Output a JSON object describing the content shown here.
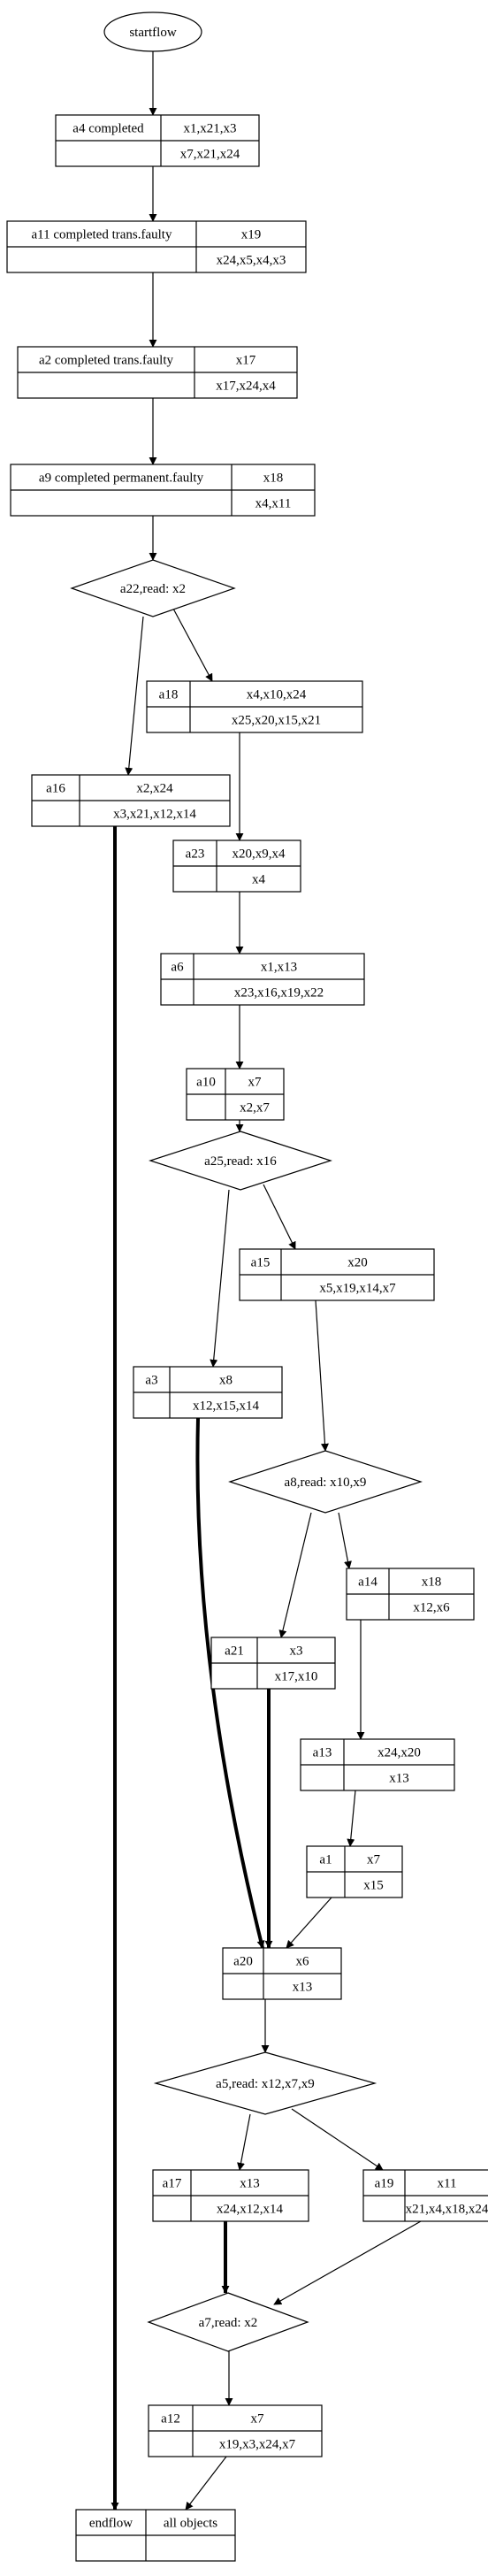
{
  "diagram": {
    "start": "startflow",
    "nodes": [
      {
        "id": "a4",
        "label": "a4 completed",
        "writes": "x1,x21,x3",
        "reads": "x7,x21,x24"
      },
      {
        "id": "a11",
        "label": "a11  completed trans.faulty",
        "writes": "x19",
        "reads": "x24,x5,x4,x3"
      },
      {
        "id": "a2",
        "label": "a2 completed trans.faulty",
        "writes": "x17",
        "reads": "x17,x24,x4"
      },
      {
        "id": "a9",
        "label": "a9 completed permanent.faulty",
        "writes": "x18",
        "reads": "x4,x11"
      },
      {
        "id": "a18",
        "label": "a18",
        "writes": "x4,x10,x24",
        "reads": "x25,x20,x15,x21"
      },
      {
        "id": "a16",
        "label": "a16",
        "writes": "x2,x24",
        "reads": "x3,x21,x12,x14"
      },
      {
        "id": "a23",
        "label": "a23",
        "writes": "x20,x9,x4",
        "reads": "x4"
      },
      {
        "id": "a6",
        "label": "a6",
        "writes": "x1,x13",
        "reads": "x23,x16,x19,x22"
      },
      {
        "id": "a10",
        "label": "a10",
        "writes": "x7",
        "reads": "x2,x7"
      },
      {
        "id": "a15",
        "label": "a15",
        "writes": "x20",
        "reads": "x5,x19,x14,x7"
      },
      {
        "id": "a3",
        "label": "a3",
        "writes": "x8",
        "reads": "x12,x15,x14"
      },
      {
        "id": "a14",
        "label": "a14",
        "writes": "x18",
        "reads": "x12,x6"
      },
      {
        "id": "a21",
        "label": "a21",
        "writes": "x3",
        "reads": "x17,x10"
      },
      {
        "id": "a13",
        "label": "a13",
        "writes": "x24,x20",
        "reads": "x13"
      },
      {
        "id": "a1",
        "label": "a1",
        "writes": "x7",
        "reads": "x15"
      },
      {
        "id": "a20",
        "label": "a20",
        "writes": "x6",
        "reads": "x13"
      },
      {
        "id": "a17",
        "label": "a17",
        "writes": "x13",
        "reads": "x24,x12,x14"
      },
      {
        "id": "a19",
        "label": "a19",
        "writes": "x11",
        "reads": "x21,x4,x18,x24"
      },
      {
        "id": "a12",
        "label": "a12",
        "writes": "x7",
        "reads": "x19,x3,x24,x7"
      }
    ],
    "decisions": [
      {
        "id": "a22",
        "label": "a22,read: x2"
      },
      {
        "id": "a25",
        "label": "a25,read: x16"
      },
      {
        "id": "a8",
        "label": "a8,read: x10,x9"
      },
      {
        "id": "a5",
        "label": "a5,read: x12,x7,x9"
      },
      {
        "id": "a7",
        "label": "a7,read: x2"
      }
    ],
    "end": {
      "label": "endflow",
      "objects": "all objects"
    },
    "edges": [
      {
        "from": "start",
        "to": "a4"
      },
      {
        "from": "a4",
        "to": "a11"
      },
      {
        "from": "a11",
        "to": "a2"
      },
      {
        "from": "a2",
        "to": "a9"
      },
      {
        "from": "a9",
        "to": "a22"
      },
      {
        "from": "a22",
        "to": "a18"
      },
      {
        "from": "a22",
        "to": "a16"
      },
      {
        "from": "a18",
        "to": "a23"
      },
      {
        "from": "a16",
        "to": "end",
        "bold": true
      },
      {
        "from": "a23",
        "to": "a6"
      },
      {
        "from": "a6",
        "to": "a10"
      },
      {
        "from": "a10",
        "to": "a25"
      },
      {
        "from": "a25",
        "to": "a15"
      },
      {
        "from": "a25",
        "to": "a3"
      },
      {
        "from": "a15",
        "to": "a8"
      },
      {
        "from": "a3",
        "to": "a20",
        "bold": true
      },
      {
        "from": "a8",
        "to": "a14"
      },
      {
        "from": "a8",
        "to": "a21"
      },
      {
        "from": "a14",
        "to": "a13"
      },
      {
        "from": "a21",
        "to": "a20",
        "bold": true
      },
      {
        "from": "a13",
        "to": "a1"
      },
      {
        "from": "a1",
        "to": "a20"
      },
      {
        "from": "a20",
        "to": "a5"
      },
      {
        "from": "a5",
        "to": "a17"
      },
      {
        "from": "a5",
        "to": "a19"
      },
      {
        "from": "a17",
        "to": "a7",
        "bold": true
      },
      {
        "from": "a19",
        "to": "a7"
      },
      {
        "from": "a7",
        "to": "a12"
      },
      {
        "from": "a12",
        "to": "end"
      }
    ]
  }
}
